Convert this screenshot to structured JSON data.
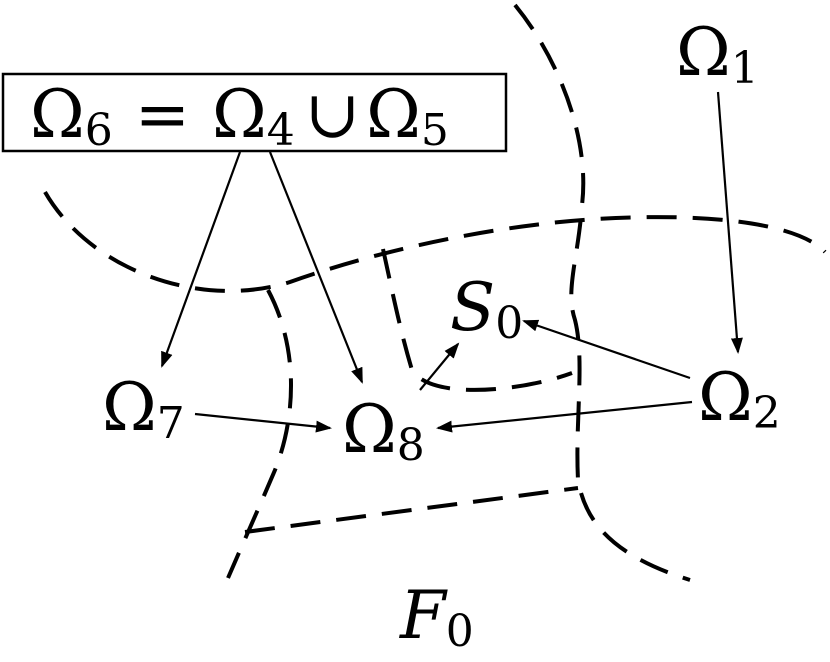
{
  "labels": {
    "omega1": {
      "base": "Ω",
      "sub": "1"
    },
    "omega2": {
      "base": "Ω",
      "sub": "2"
    },
    "omega6_box": {
      "a": "Ω",
      "a_sub": "6",
      "eq": "=",
      "b": "Ω",
      "b_sub": "4",
      "union": "∪",
      "c": "Ω",
      "c_sub": "5"
    },
    "omega7": {
      "base": "Ω",
      "sub": "7"
    },
    "omega8": {
      "base": "Ω",
      "sub": "8"
    },
    "s0": {
      "base": "S",
      "sub": "0"
    },
    "f0": {
      "base": "F",
      "sub": "0"
    }
  },
  "arrows": [
    {
      "from": "Ω1",
      "to": "Ω2"
    },
    {
      "from": "Ω6",
      "to": "Ω7"
    },
    {
      "from": "Ω6",
      "to": "Ω8"
    },
    {
      "from": "Ω7",
      "to": "Ω8"
    },
    {
      "from": "Ω2",
      "to": "Ω8"
    },
    {
      "from": "Ω2",
      "to": "S0"
    },
    {
      "from": "Ω8",
      "to": "S0"
    }
  ]
}
